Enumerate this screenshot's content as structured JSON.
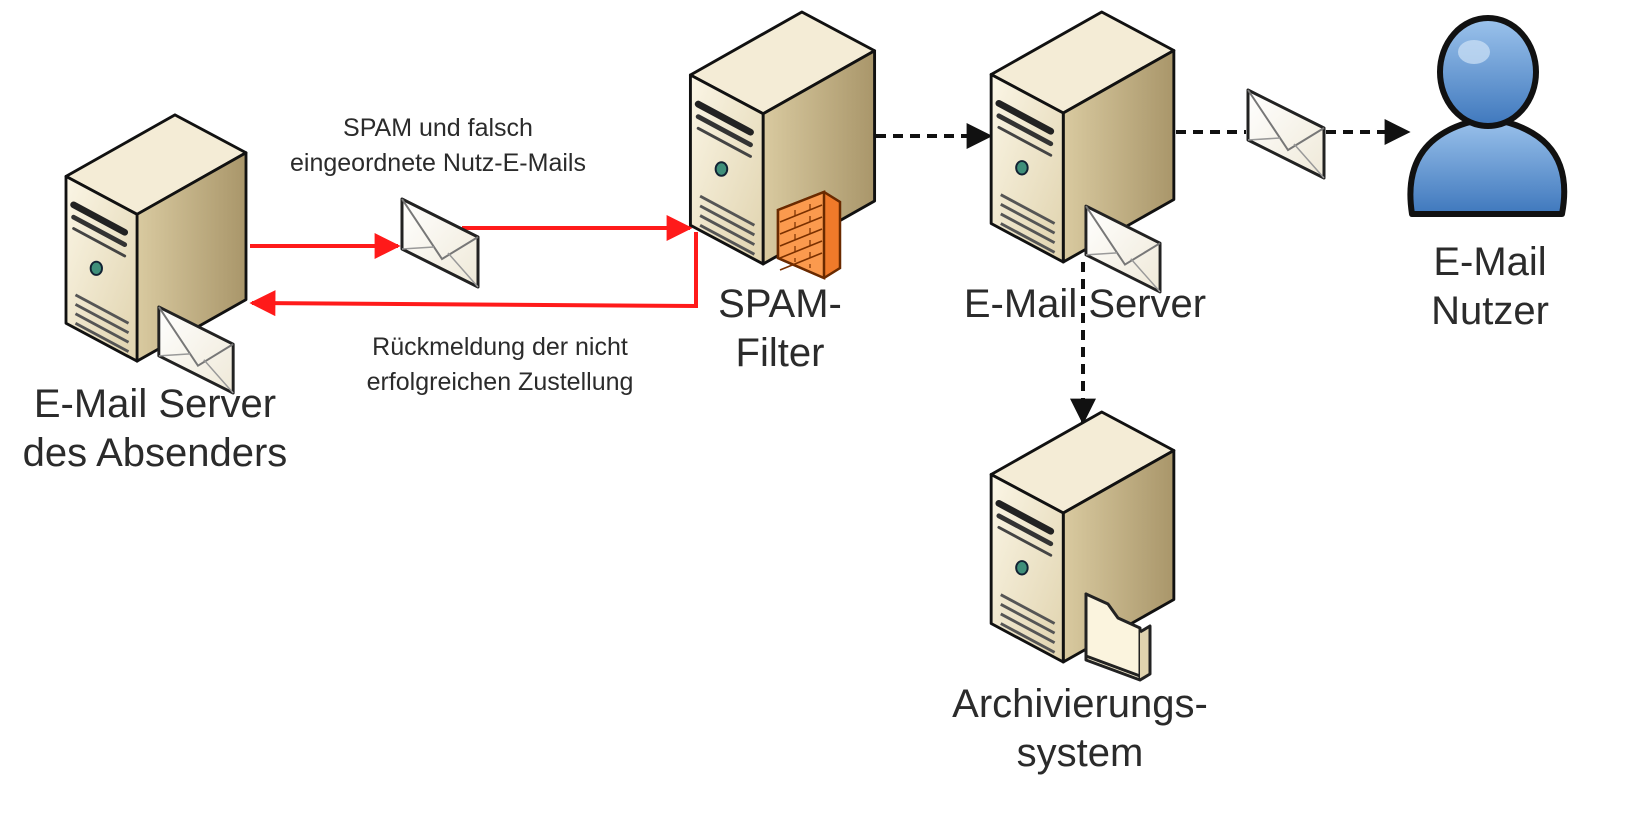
{
  "nodes": {
    "sender_server": {
      "label_lines": [
        "E-Mail Server",
        "des Absenders"
      ],
      "icon": "server-icon",
      "badge_icon": "envelope-icon"
    },
    "spam_filter": {
      "label_lines": [
        "SPAM-",
        "Filter"
      ],
      "icon": "server-icon",
      "badge_icon": "firewall-icon"
    },
    "mail_server": {
      "label_lines": [
        "E-Mail Server"
      ],
      "icon": "server-icon",
      "badge_icon": "envelope-icon"
    },
    "user": {
      "label_lines": [
        "E-Mail",
        "Nutzer"
      ],
      "icon": "user-icon"
    },
    "archive": {
      "label_lines": [
        "Archivierungs-",
        "system"
      ],
      "icon": "server-icon",
      "badge_icon": "folder-icon"
    }
  },
  "edges": {
    "top_red_note": [
      "SPAM und falsch",
      "eingeordnete Nutz-E-Mails"
    ],
    "bottom_red_note": [
      "Rückmeldung der nicht",
      "erfolgreichen Zustellung"
    ]
  },
  "colors": {
    "red_arrow": "#ff1a1a",
    "dashed_arrow": "#1b1b1b",
    "server_front": "#ece2c8",
    "server_side": "#bfae84",
    "server_top": "#f7f0dc",
    "person": "#6f9fd6",
    "firewall": "#f07a2a"
  }
}
